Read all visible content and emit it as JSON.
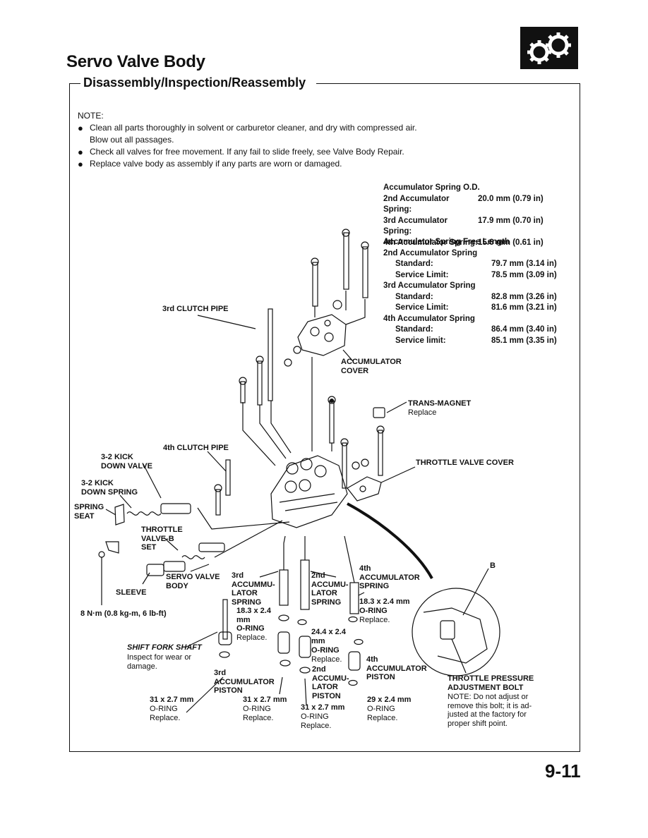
{
  "page": {
    "title": "Servo Valve Body",
    "section": "Disassembly/Inspection/Reassembly",
    "page_number": "9-11",
    "badge_icon": "gears-icon"
  },
  "notes": {
    "heading": "NOTE:",
    "items": [
      "Clean all parts thoroughly in solvent or carburetor cleaner, and dry with compressed air.",
      "Blow out all passages.",
      "Check all valves for free movement. If any fail to slide freely, see Valve Body Repair.",
      "Replace valve body as assembly if any parts are worn or damaged."
    ]
  },
  "spring_od": {
    "heading": "Accumulator Spring O.D.",
    "rows": [
      {
        "label": "2nd Accumulator Spring:",
        "value": "20.0 mm (0.79 in)"
      },
      {
        "label": "3rd Accumulator Spring:",
        "value": "17.9 mm (0.70 in)"
      },
      {
        "label": "4th Accumulator Spring:",
        "value": "15.6 mm (0.61 in)"
      }
    ]
  },
  "spring_length": {
    "heading": "Accumulator Spring Free Length",
    "groups": [
      {
        "name": "2nd Accumulator Spring",
        "standard": "Standard:",
        "standard_value": "79.7 mm (3.14 in)",
        "limit": "Service Limit:",
        "limit_value": "78.5 mm (3.09 in)"
      },
      {
        "name": "3rd Accumulator Spring",
        "standard": "Standard:",
        "standard_value": "82.8 mm (3.26 in)",
        "limit": "Service Limit:",
        "limit_value": "81.6 mm (3.21 in)"
      },
      {
        "name": "4th Accumulator Spring",
        "standard": "Standard:",
        "standard_value": "86.4 mm (3.40 in)",
        "limit": "Service limit:",
        "limit_value": "85.1 mm (3.35 in)"
      }
    ]
  },
  "labels": {
    "clutch_pipe_3rd": "3rd CLUTCH PIPE",
    "accumulator_cover": "ACCUMULATOR\nCOVER",
    "trans_magnet": "TRANS-MAGNET",
    "trans_magnet_note": "Replace",
    "throttle_valve_cover": "THROTTLE VALVE COVER",
    "clutch_pipe_4th": "4th CLUTCH PIPE",
    "kickdown_valve": "3-2 KICK\nDOWN VALVE",
    "kickdown_spring": "3-2 KICK\nDOWN SPRING",
    "spring_seat": "SPRING\nSEAT",
    "throttle_valve_b": "THROTTLE\nVALVE-B\nSET",
    "servo_valve_body": "SERVO VALVE\nBODY",
    "sleeve": "SLEEVE",
    "torque": "8 N·m (0.8 kg-m, 6 lb-ft)",
    "accum_spring_3rd": "3rd\nACCUMMU-\nLATOR\nSPRING",
    "accum_spring_2nd": "2nd\nACCUMU-\nLATOR\nSPRING",
    "accum_spring_4th": "4th\nACCUMULATOR\nSPRING",
    "detail_b": "B",
    "oring_18_left": "18.3 x 2.4\nmm",
    "oring_left": "O-RING",
    "replace_left": "Replace.",
    "oring_18_right": "18.3 x 2.4 mm",
    "oring_right": "O-RING",
    "replace_right": "Replace.",
    "oring_24": "24.4 x 2.4\nmm",
    "oring_24_label": "O-RING",
    "replace_24": "Replace.",
    "shift_fork_shaft": "SHIFT FORK SHAFT",
    "shift_fork_note": "Inspect for wear or\ndamage.",
    "piston_3rd": "3rd\nACCUMULATOR\nPISTON",
    "piston_2nd": "2nd\nACCUMU-\nLATOR\nPISTON",
    "piston_4th": "4th\nACCUMULATOR\nPISTON",
    "throttle_bolt": "THROTTLE PRESSURE\nADJUSTMENT BOLT",
    "throttle_bolt_note": "NOTE: Do not adjust or\nremove this bolt; it is ad-\njusted at the factory for\nproper shift point.",
    "oring_31_a": "31 x 2.7 mm",
    "oring_31_a_lbl": "O-RING\nReplace.",
    "oring_31_b": "31 x 2.7 mm",
    "oring_31_b_lbl": "O-RING\nReplace.",
    "oring_31_c": "31 x 2.7 mm",
    "oring_31_c_lbl": "O-RING\nReplace.",
    "oring_29": "29 x 2.4 mm",
    "oring_29_lbl": "O-RING\nReplace."
  }
}
